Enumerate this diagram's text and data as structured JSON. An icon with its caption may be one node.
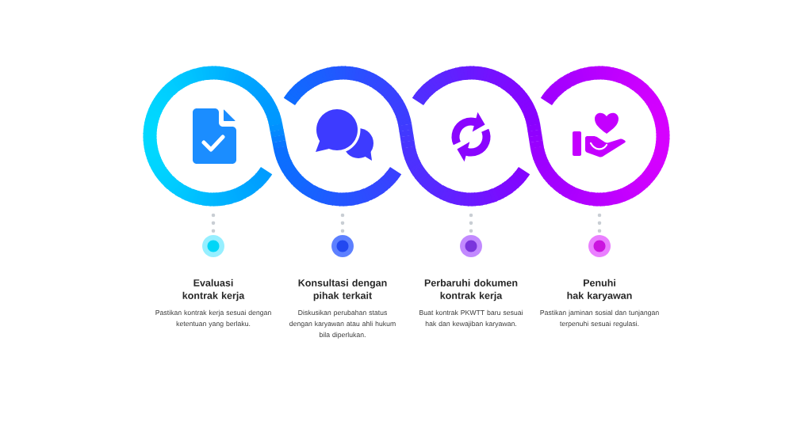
{
  "diagram": {
    "nodes": [
      {
        "text": [],
        "shape": "circle"
      },
      {
        "text": [],
        "shape": "circle"
      },
      {
        "text": [],
        "shape": "circle"
      },
      {
        "text": [],
        "shape": "circle"
      },
      {
        "text": [],
        "shape": "circle",
        "beside": [
          "Evaluasi kontrak kerja",
          "Pastikan kontrak kerja sesuai dengan ketentuan yang berlaku."
        ]
      },
      {
        "text": [],
        "shape": "circle",
        "beside": [
          "Konsultasi dengan pihak terkait",
          "Diskusikan perubahan status dengan karyawan atau ahli hukum bila diperlukan."
        ]
      },
      {
        "text": [],
        "shape": "circle",
        "beside": [
          "Perbaruhi dokumen kontrak kerja",
          "Buat kontrak PKWTT baru sesuai hak dan kewajiban karyawan."
        ]
      },
      {
        "text": [],
        "shape": "circle",
        "beside": [
          "Penuhi hak karyawan",
          "Pastikan jaminan sosial dan tunjangan terpenuhi sesuai regulasi."
        ]
      }
    ],
    "edges": [
      {
        "from": 0,
        "to": 4,
        "arrow": "none",
        "style": "dashed"
      },
      {
        "from": 1,
        "to": 5,
        "arrow": "none",
        "style": "dashed"
      },
      {
        "from": 2,
        "to": 6,
        "arrow": "none",
        "style": "dashed"
      },
      {
        "from": 3,
        "to": 7,
        "arrow": "none",
        "style": "dashed"
      }
    ]
  }
}
